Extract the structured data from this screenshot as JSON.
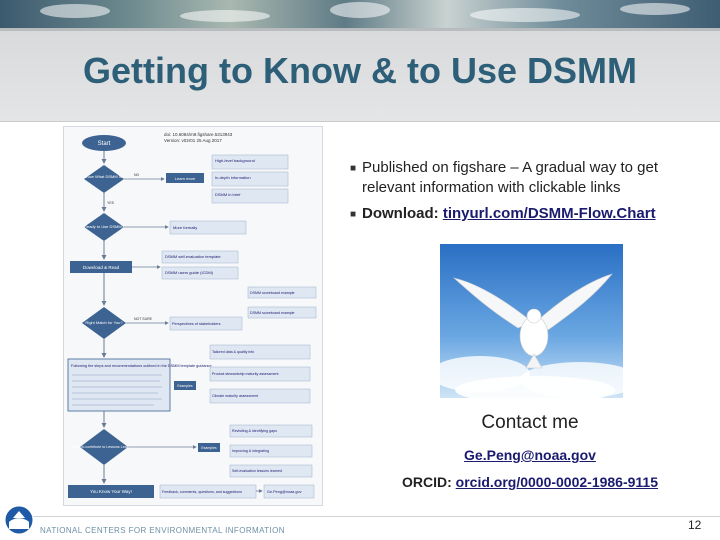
{
  "slide": {
    "title": "Getting to Know & to Use DSMM",
    "page_number": "12"
  },
  "flowchart": {
    "doi": "doi: 10.6084/m9.figshare.5313943",
    "version": "Version: v02r01 25 Aug 2017",
    "nodes": {
      "start": "Start",
      "know_what": "Know What DSMM Is?",
      "ready_to_use": "Ready to Use DSMM?",
      "download_read": "Download & Read",
      "right_match": "Right Match for You?",
      "follow_steps": "Following the steps and recommendations outlined in the DSMM template guidance",
      "lessons_learned": "Want to contribute to Lessons Learned?",
      "you_know_your_way": "You Know Your Way!"
    },
    "boxes": {
      "high_level": "High-level background",
      "in_depth": "In-depth information",
      "dsmm_in_brief": "DSMM in brief",
      "more_formal": "More formally",
      "self_eval": "DSMM self-evaluation template",
      "user_guide": "DSMM users guide (ICDM)",
      "scoreboard": "DSMM scoreboard example",
      "noaa_example": "DSMM scoreboard example",
      "perspectives": "Perspectives of stakeholders",
      "quality_info": "Tailored data & quality info",
      "product_stewardship": "Product stewardship maturity assessment",
      "climate_maturity": "Climate maturity assessment",
      "revisiting": "Revisiting & identifying gaps",
      "improving": "Improving & integrating",
      "self_eval_lessons": "Self-evaluation lessons learned",
      "feedback": "Feedback, comments, questions, and suggestions",
      "ge_email": "Ge.Peng@noaa.gov"
    },
    "edges": {
      "no": "NO",
      "yes": "YES",
      "learn_more": "Learn more",
      "not_sure": "NOT SURE",
      "examples": "Examples"
    }
  },
  "bullets": [
    {
      "text": "Published on figshare – A gradual way to get relevant information with clickable links"
    },
    {
      "label": "Download: ",
      "link": "tinyurl.com/DSMM-Flow.Chart"
    }
  ],
  "contact": {
    "heading": "Contact me",
    "email": "Ge.Peng@noaa.gov",
    "orcid_label": "ORCID: ",
    "orcid_link": "orcid.org/0000-0002-1986-9115"
  },
  "footer": {
    "org": "NATIONAL CENTERS FOR ENVIRONMENTAL INFORMATION"
  },
  "colors": {
    "title": "#2e5f78",
    "flow_node": "#3c6391",
    "flow_box": "#dfe7f3",
    "link": "#1a1a6e"
  }
}
